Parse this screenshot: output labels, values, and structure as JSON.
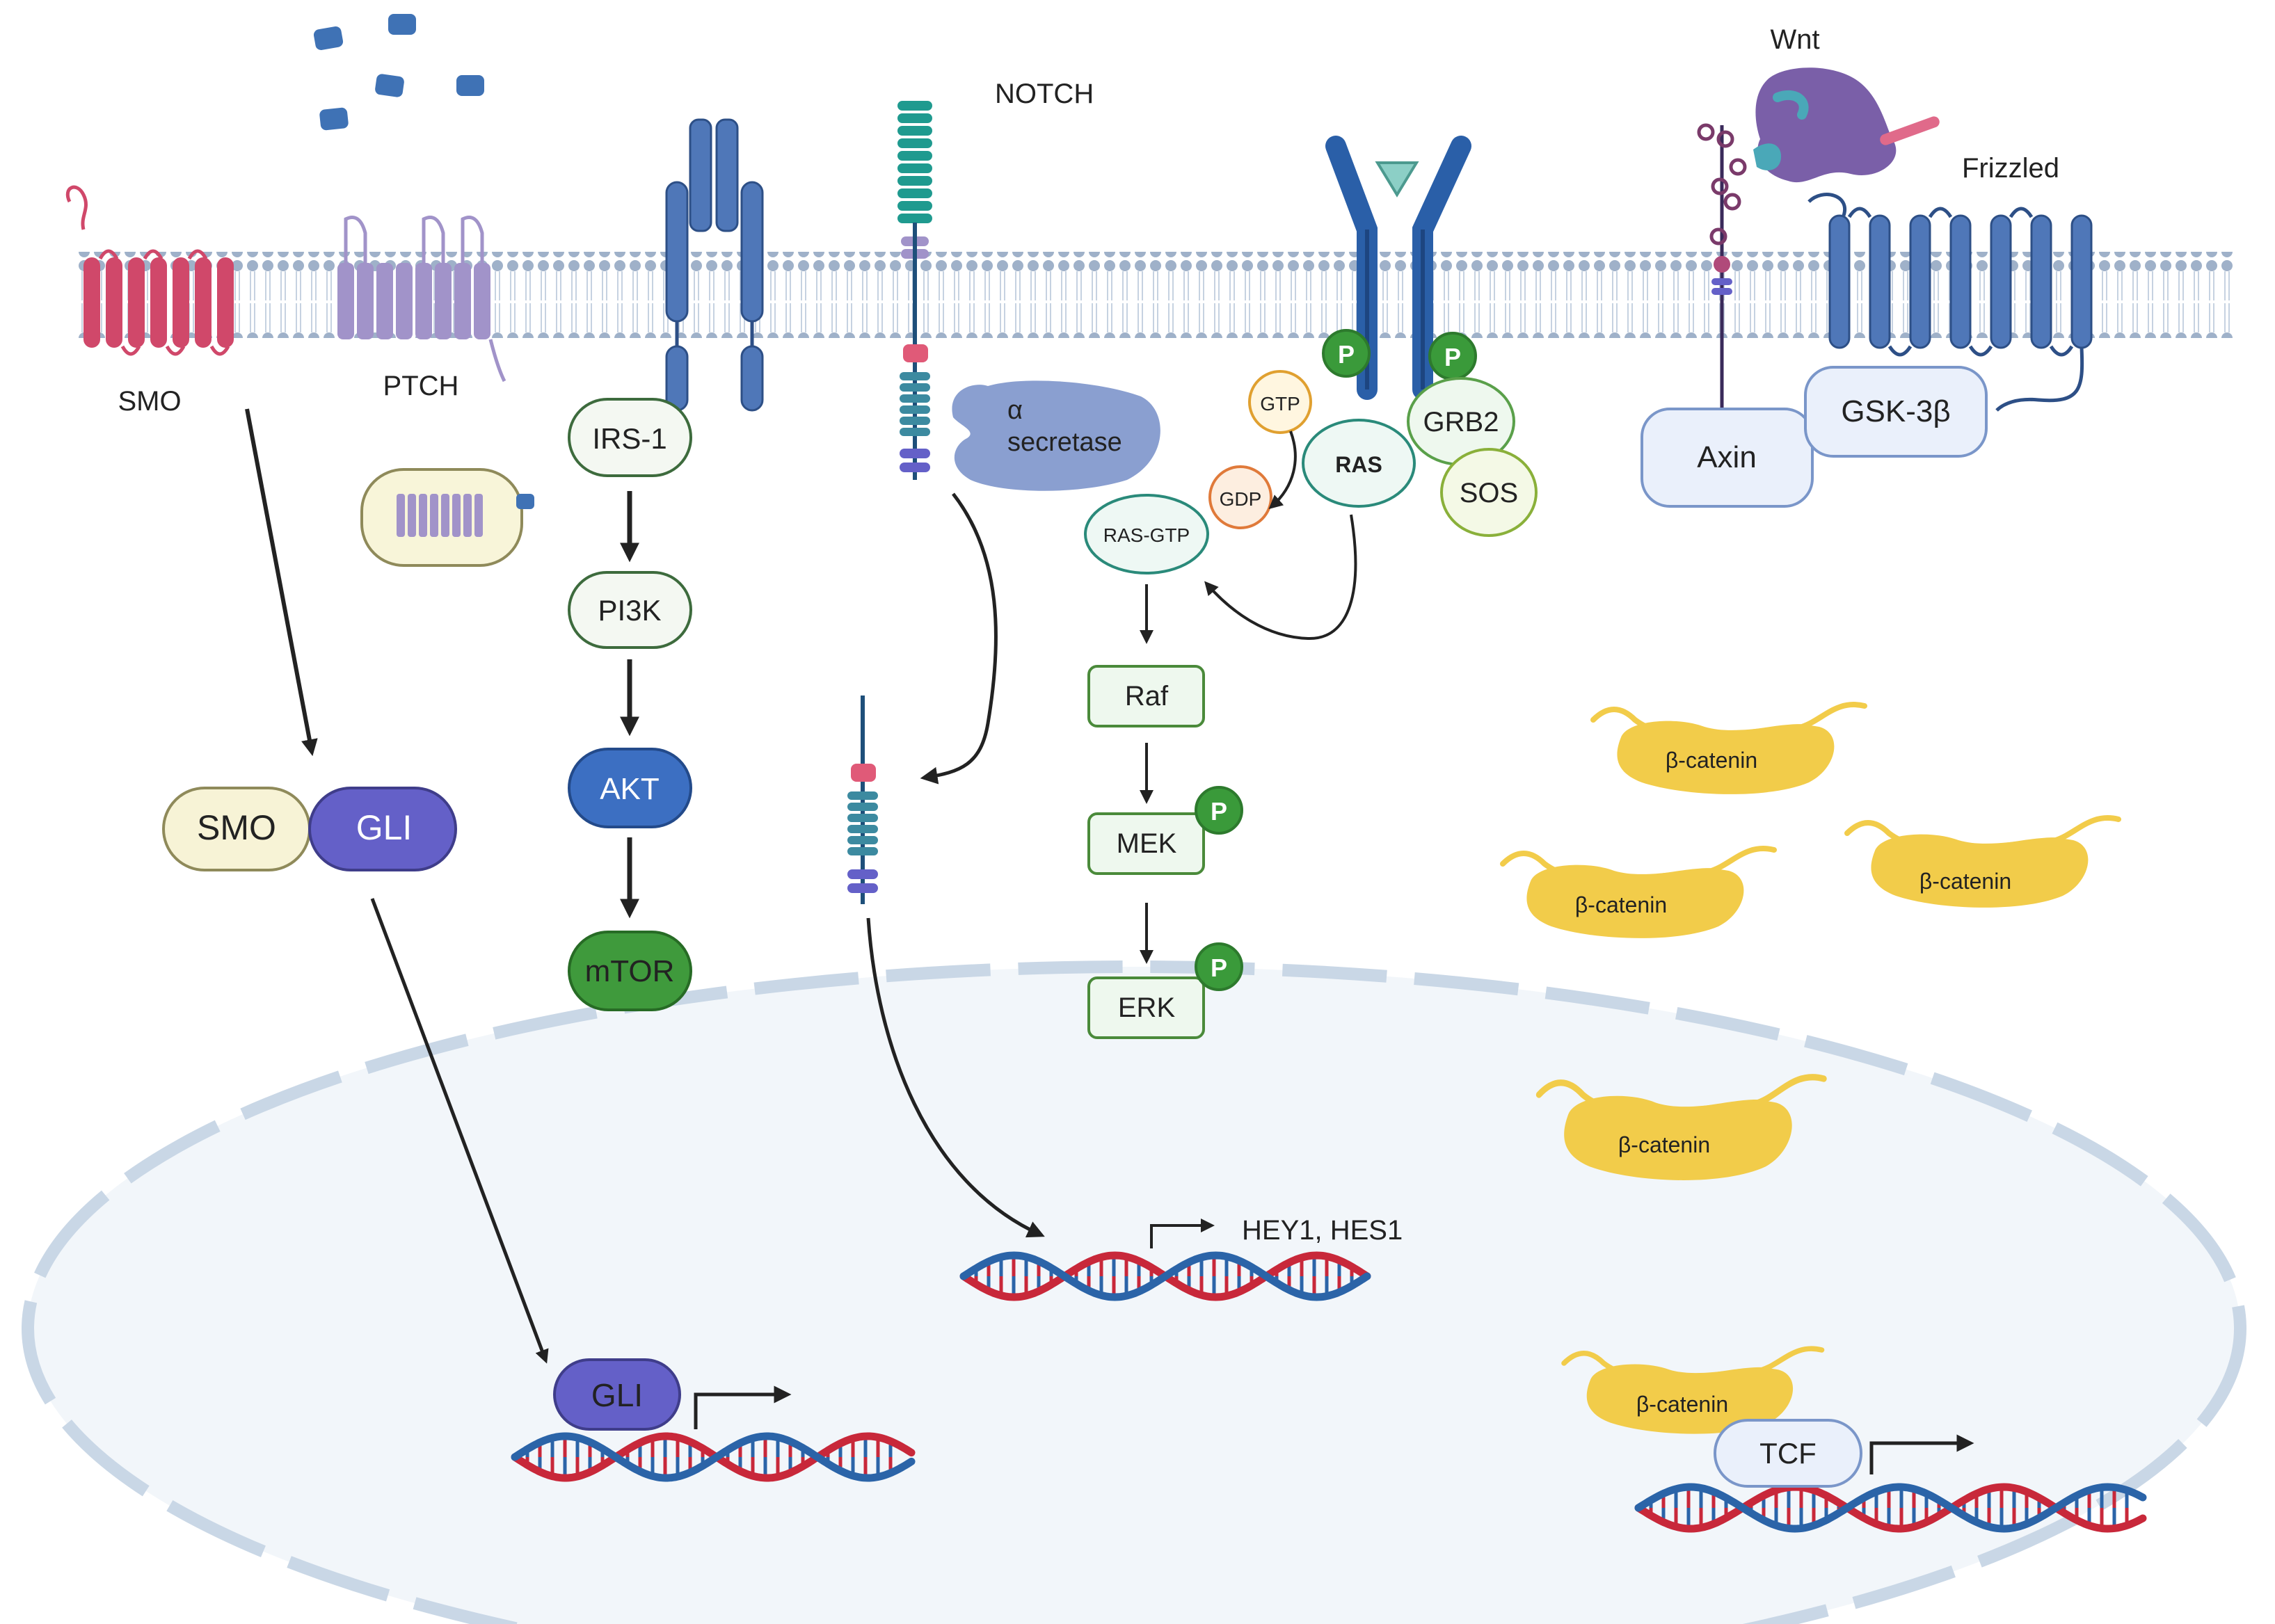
{
  "labels": {
    "smo": "SMO",
    "ptch": "PTCH",
    "notch": "NOTCH",
    "wnt": "Wnt",
    "frizzled": "Frizzled",
    "hey_hes": "HEY1, HES1"
  },
  "hedgehog": {
    "smo": "SMO",
    "gli": "GLI",
    "gli_nuclear": "GLI"
  },
  "pi3k_pathway": {
    "irs1": "IRS-1",
    "pi3k": "PI3K",
    "akt": "AKT",
    "mtor": "mTOR"
  },
  "notch_pathway": {
    "secretase_symbol": "α",
    "secretase_label": "secretase"
  },
  "ras_pathway": {
    "gtp": "GTP",
    "gdp": "GDP",
    "ras": "RAS",
    "ras_gtp": "RAS-GTP",
    "grb2": "GRB2",
    "sos": "SOS",
    "raf": "Raf",
    "mek": "MEK",
    "erk": "ERK",
    "phospho": "P"
  },
  "wnt_pathway": {
    "axin": "Axin",
    "gsk3b": "GSK-3β",
    "tcf": "TCF",
    "beta_catenin": "β-catenin"
  },
  "colors": {
    "membrane": "#9fb1c9",
    "smo": "#d0486a",
    "ptch": "#a193c9",
    "receptor_blue": "#4f77b8",
    "notch_teal": "#1f9a8f",
    "akt": "#3c6fc2",
    "mtor": "#3f9a3c",
    "phospho": "#3a9a3a",
    "gli": "#6460c8",
    "beta_catenin": "#f2cc4a",
    "nucleus_fill": "#f2f6fa",
    "dna_red": "#c8283a",
    "dna_blue": "#2b64a8"
  }
}
